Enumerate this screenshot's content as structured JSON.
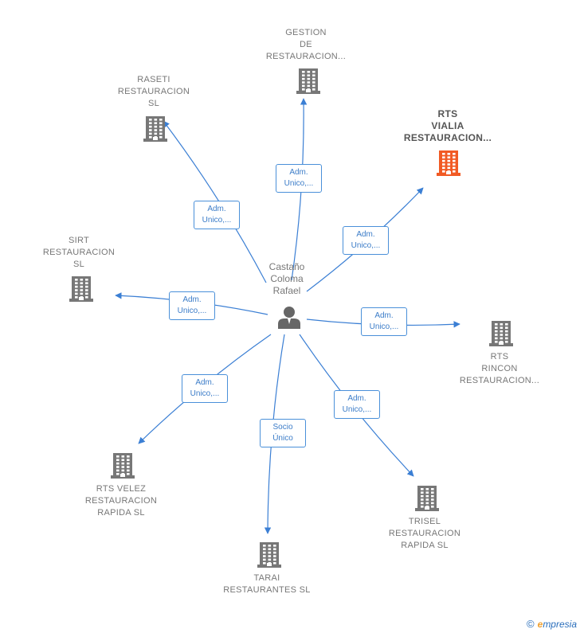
{
  "center": {
    "lines": [
      "Castaño",
      "Coloma",
      "Rafael"
    ],
    "icon": "person-icon"
  },
  "companies": [
    {
      "id": "gestion",
      "lines": [
        "GESTION",
        "DE",
        "RESTAURACION..."
      ],
      "highlight": false
    },
    {
      "id": "raseti",
      "lines": [
        "RASETI",
        "RESTAURACION",
        "SL"
      ],
      "highlight": false
    },
    {
      "id": "rts-vialia",
      "lines": [
        "RTS",
        "VIALIA",
        "RESTAURACION..."
      ],
      "highlight": true
    },
    {
      "id": "sirt",
      "lines": [
        "SIRT",
        "RESTAURACION",
        "SL"
      ],
      "highlight": false
    },
    {
      "id": "rts-rincon",
      "lines": [
        "RTS",
        "RINCON",
        "RESTAURACION..."
      ],
      "highlight": false
    },
    {
      "id": "rts-velez",
      "lines": [
        "RTS VELEZ",
        "RESTAURACION",
        "RAPIDA  SL"
      ],
      "highlight": false
    },
    {
      "id": "trisel",
      "lines": [
        "TRISEL",
        "RESTAURACION",
        "RAPIDA  SL"
      ],
      "highlight": false
    },
    {
      "id": "tarai",
      "lines": [
        "TARAI",
        "RESTAURANTES SL"
      ],
      "highlight": false
    }
  ],
  "relations": [
    {
      "target": "gestion",
      "lines": [
        "Adm.",
        "Unico,..."
      ]
    },
    {
      "target": "raseti",
      "lines": [
        "Adm.",
        "Unico,..."
      ]
    },
    {
      "target": "rts-vialia",
      "lines": [
        "Adm.",
        "Unico,..."
      ]
    },
    {
      "target": "sirt",
      "lines": [
        "Adm.",
        "Unico,..."
      ]
    },
    {
      "target": "rts-rincon",
      "lines": [
        "Adm.",
        "Unico,..."
      ]
    },
    {
      "target": "rts-velez",
      "lines": [
        "Adm.",
        "Unico,..."
      ]
    },
    {
      "target": "trisel",
      "lines": [
        "Adm.",
        "Unico,..."
      ]
    },
    {
      "target": "tarai",
      "lines": [
        "Socio",
        "Único"
      ]
    }
  ],
  "colors": {
    "edge": "#3b7fd4",
    "building": "#777777",
    "building_highlight": "#f15a24"
  },
  "watermark": {
    "copyright": "©",
    "brand_first": "e",
    "brand_rest": "mpresia"
  }
}
